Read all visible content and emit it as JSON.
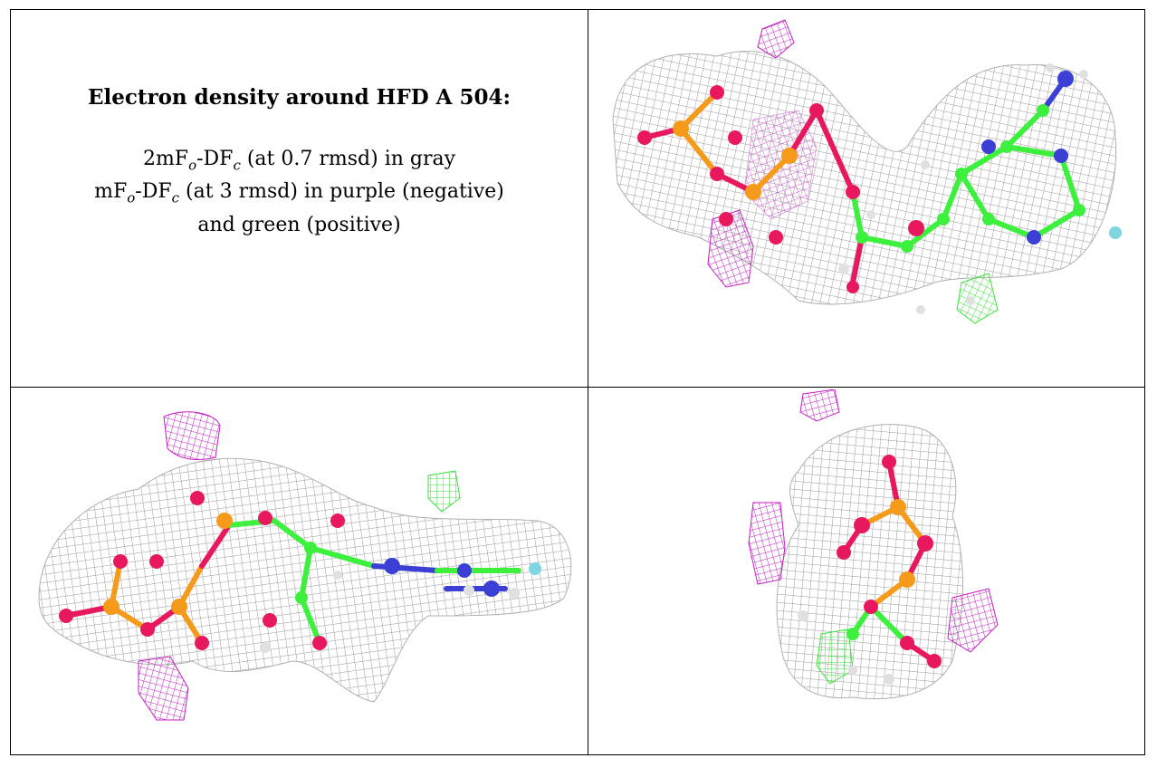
{
  "caption": {
    "title": "Electron density around HFD A 504:",
    "line1": {
      "prefix": "2mF",
      "sub1": "o",
      "mid": "-DF",
      "sub2": "c",
      "suffix": " (at 0.7 rmsd) in gray"
    },
    "line2": {
      "prefix": "mF",
      "sub1": "o",
      "mid": "-DF",
      "sub2": "c",
      "suffix": " (at 3 rmsd) in purple (negative)"
    },
    "line3": "and green (positive)"
  },
  "colors": {
    "mesh_gray": "#9a9a9a",
    "mesh_purple": "#c21fc2",
    "mesh_green": "#3ee13e",
    "carbon": "#3ef03e",
    "oxygen": "#e8185f",
    "phosphorus": "#f59a1a",
    "nitrogen": "#3b3fd4",
    "hydrogen": "#e0e0e0",
    "fluorine": "#7fd6e0"
  },
  "panels": [
    {
      "name": "view-top-right"
    },
    {
      "name": "view-bottom-left"
    },
    {
      "name": "view-bottom-right"
    }
  ]
}
